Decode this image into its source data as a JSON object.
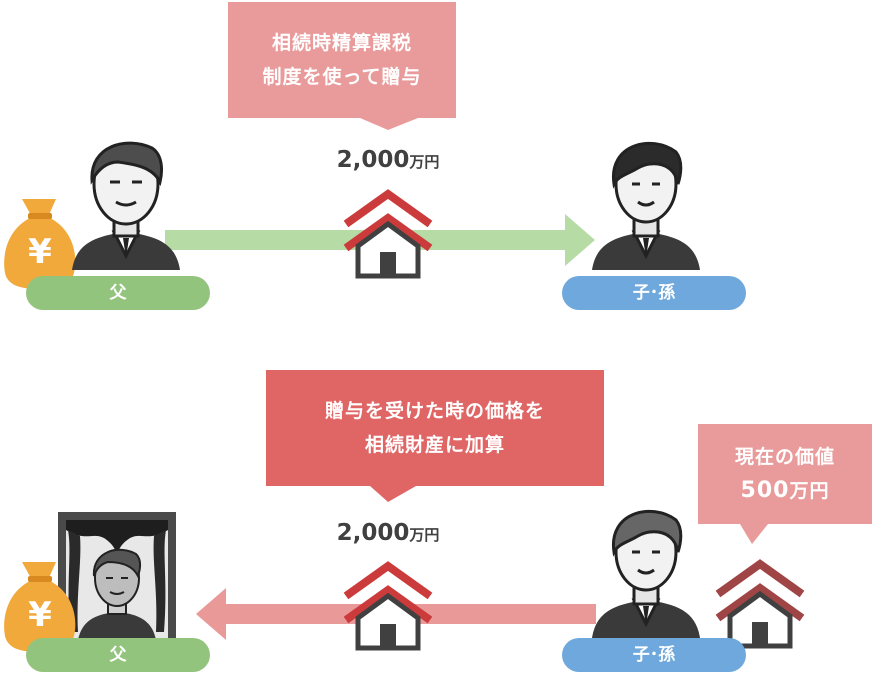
{
  "top": {
    "bubble": {
      "line1": "相続時精算課税",
      "line2": "制度を使って贈与"
    },
    "amount": {
      "value": "2,000",
      "unit": "万円"
    },
    "giver_label": "父",
    "receiver_label": "子･孫"
  },
  "bottom": {
    "bubble": {
      "line1": "贈与を受けた時の価格を",
      "line2": "相続財産に加算"
    },
    "amount": {
      "value": "2,000",
      "unit": "万円"
    },
    "current_bubble": {
      "line1": "現在の価値",
      "value": "500",
      "unit": "万円"
    },
    "giver_label": "父",
    "receiver_label": "子･孫"
  },
  "money_bag_symbol": "¥",
  "colors": {
    "bubble_top": "#e99b9b",
    "bubble_bottom": "#e06666",
    "arrow_green": "#b6dba5",
    "arrow_red": "#ea9999",
    "label_green": "#93c47d",
    "label_blue": "#6fa8dc",
    "house_red": "#cc3b3b",
    "house_dark_red": "#a04545",
    "money_bag": "#f1a93b",
    "text_dark": "#404040"
  }
}
